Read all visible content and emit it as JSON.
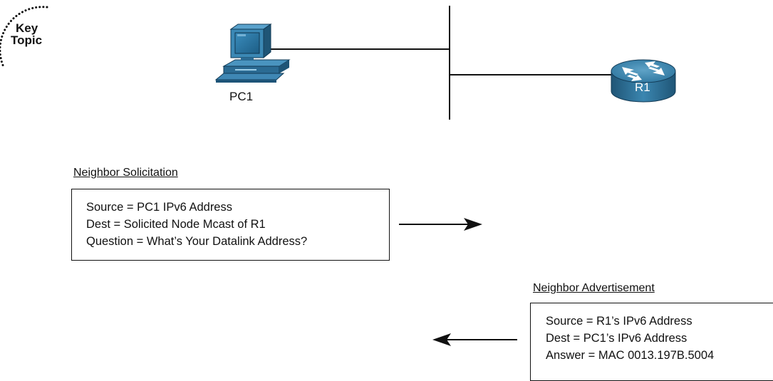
{
  "badge": {
    "line1": "Key",
    "line2": "Topic"
  },
  "devices": {
    "pc": {
      "label": "PC1",
      "icon": "desktop-pc-icon"
    },
    "router": {
      "label": "R1",
      "icon": "router-icon",
      "color": "#2a6f94"
    }
  },
  "neighbor_solicitation": {
    "heading": "Neighbor Solicitation",
    "lines": [
      "Source = PC1 IPv6 Address",
      "Dest = Solicited Node Mcast of R1",
      "Question = What’s Your Datalink Address?"
    ],
    "direction": "right"
  },
  "neighbor_advertisement": {
    "heading": "Neighbor Advertisement",
    "lines": [
      "Source = R1’s IPv6 Address",
      "Dest = PC1’s IPv6 Address",
      "Answer = MAC 0013.197B.5004"
    ],
    "direction": "left"
  },
  "colors": {
    "ink": "#111111",
    "router_blue": "#2a6f94"
  }
}
